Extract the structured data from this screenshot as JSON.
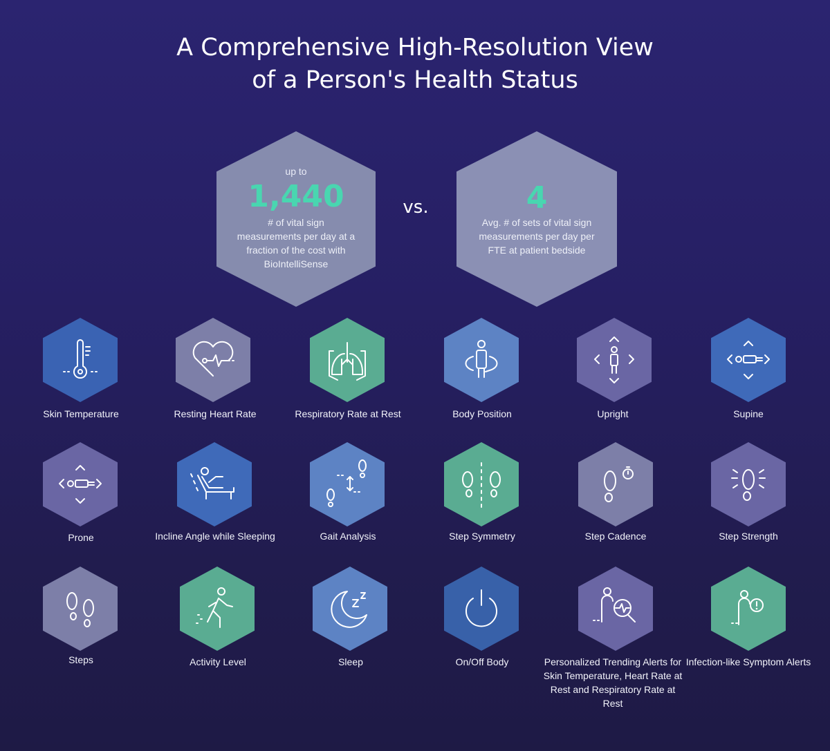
{
  "title": {
    "line1": "A Comprehensive High-Resolution View",
    "line2": "of a Person's Health Status"
  },
  "comparison": {
    "left": {
      "prefix": "up to",
      "number": "1,440",
      "description": "# of vital sign measurements per day at a fraction of the cost with BioIntelliSense"
    },
    "vs_label": "vs.",
    "right": {
      "number": "4",
      "description": "Avg. # of sets of vital sign measurements per day per FTE at patient bedside"
    }
  },
  "features": [
    {
      "label": "Skin Temperature",
      "icon": "thermometer-icon",
      "color": "#3a63b3"
    },
    {
      "label": "Resting Heart Rate",
      "icon": "heart-pulse-icon",
      "color": "#7d7fa8"
    },
    {
      "label": "Respiratory Rate at Rest",
      "icon": "lungs-icon",
      "color": "#5aac92"
    },
    {
      "label": "Body Position",
      "icon": "rotating-person-icon",
      "color": "#5d83c4"
    },
    {
      "label": "Upright",
      "icon": "upright-person-icon",
      "color": "#6a66a4"
    },
    {
      "label": "Supine",
      "icon": "supine-person-icon",
      "color": "#3f6ab9"
    },
    {
      "label": "Prone",
      "icon": "prone-person-icon",
      "color": "#6a66a4"
    },
    {
      "label": "Incline Angle while Sleeping",
      "icon": "recliner-icon",
      "color": "#3f6ab9"
    },
    {
      "label": "Gait Analysis",
      "icon": "gait-footprints-icon",
      "color": "#5d83c4"
    },
    {
      "label": "Step Symmetry",
      "icon": "symmetric-footprints-icon",
      "color": "#5aac92"
    },
    {
      "label": "Step Cadence",
      "icon": "footprint-stopwatch-icon",
      "color": "#7d7fa8"
    },
    {
      "label": "Step Strength",
      "icon": "footprint-impact-icon",
      "color": "#6a66a4"
    },
    {
      "label": "Steps",
      "icon": "footprints-icon",
      "color": "#7d7fa8"
    },
    {
      "label": "Activity Level",
      "icon": "walking-person-icon",
      "color": "#5aac92"
    },
    {
      "label": "Sleep",
      "icon": "moon-zzz-icon",
      "color": "#5d83c4"
    },
    {
      "label": "On/Off Body",
      "icon": "power-icon",
      "color": "#3861a9"
    },
    {
      "label": "Personalized Trending Alerts for Skin Temperature, Heart Rate at Rest and Respiratory Rate at Rest",
      "icon": "person-magnifier-icon",
      "color": "#6a66a4"
    },
    {
      "label": "Infection-like Symptom Alerts",
      "icon": "person-alert-icon",
      "color": "#5aac92"
    }
  ]
}
